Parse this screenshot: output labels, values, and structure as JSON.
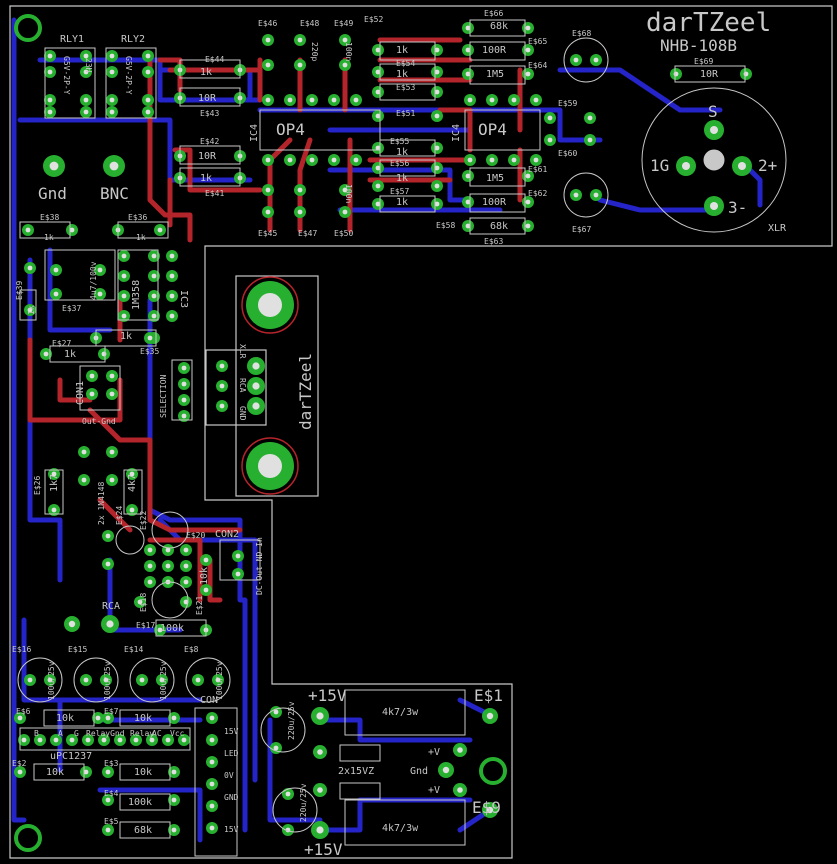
{
  "colors": {
    "background": "#000000",
    "board_outline": "#c8c8c8",
    "top_copper": "#b4242b",
    "bottom_copper": "#2424c8",
    "pad": "#27b02f",
    "pad_hole": "#e0e0e0",
    "silkscreen": "#c8c8c8"
  },
  "title": {
    "brand": "darTZeel",
    "model": "NHB-108B"
  },
  "relays": {
    "rly1": "RLY1",
    "rly2": "RLY2",
    "rly1_type": "G5V-2P-Y",
    "rly2_type": "G5V-2P-Y",
    "h23": "23H"
  },
  "bnc": {
    "gnd": "Gnd",
    "bnc": "BNC"
  },
  "xlr": {
    "label": "XLR",
    "pin1": "1G",
    "pin2": "2+",
    "pin3": "3-",
    "s": "S"
  },
  "opamps": {
    "ic4_top": "IC4",
    "op4_top": "OP4",
    "ic4_right": "IC4",
    "op4_right": "OP4",
    "ic3": "IC3"
  },
  "resistors_top": {
    "r44": "E$44",
    "r43": "E$43",
    "r42": "E$42",
    "r41": "E$41",
    "v1k_a": "1k",
    "v10r_a": "10R",
    "v10r_b": "10R",
    "v1k_b": "1k",
    "r46": "E$46",
    "r48": "E$48",
    "r49": "E$49",
    "r45": "E$45",
    "r47": "E$47",
    "r50": "E$50",
    "r52": "E$52",
    "r54": "E$54",
    "r53": "E$53",
    "r51": "E$51",
    "r55": "E$55",
    "r56": "E$56",
    "r57": "E$57",
    "r58": "E$58",
    "r66": "E$66",
    "r65": "E$65",
    "r64": "E$64",
    "r61": "E$61",
    "r62": "E$62",
    "r63": "E$63",
    "v68k_a": "68k",
    "v100r_a": "100R",
    "v1m5_a": "1M5",
    "v1m5_b": "1M5",
    "v100r_b": "100R",
    "v68k_b": "68k",
    "k1a": "1k",
    "k1b": "1k",
    "k1c": "1k",
    "k1d": "1k",
    "k1e": "1k",
    "r68": "E$68",
    "r67": "E$67",
    "r59": "E$59",
    "r60": "E$60",
    "r69": "E$69",
    "v10r_c": "10R",
    "v220p": "220p",
    "v100n_a": "100n",
    "v100n_b": "100n"
  },
  "left_section": {
    "r39": "E$39",
    "r38": "E$38",
    "r36": "E$36",
    "r37": "E$37",
    "r35": "E$35",
    "r27": "E$27",
    "r26": "E$26",
    "v1k_a": "1k",
    "v1k_b": "1k",
    "v1k_c": "1k",
    "v1k_d": "1k",
    "v1k_e": "1k",
    "cap": "4u7/100v",
    "ic": "1M358",
    "con1": "CON1",
    "out_gnd": "Out-Gnd",
    "selection": "SELECTION",
    "diodes": "2x 1N4148",
    "r1k7": "1k7",
    "r4k7": "4k7",
    "r24": "E$24",
    "r22": "E$22",
    "r20": "E$20",
    "r21": "E$21",
    "r18": "E$18",
    "r17": "E$17",
    "con2": "CON2",
    "v10k": "10k",
    "v100k": "100k",
    "dc_out": "DC-Out-ND-In",
    "rca": "RCA"
  },
  "switch_panel": {
    "xlr": "XLR",
    "rca": "RCA",
    "gnd": "GND",
    "brand": "darTZeel"
  },
  "bottom_left": {
    "r16": "E$16",
    "r15": "E$15",
    "r14": "E$14",
    "r8": "E$8",
    "cap_a": "100u/25v",
    "cap_b": "100u/25v",
    "cap_c": "100u/25v",
    "cap_d": "100u/25v",
    "r6": "E$6",
    "r7": "E$7",
    "r2": "E$2",
    "r3": "E$3",
    "r4": "E$4",
    "r5": "E$5",
    "v10k_a": "10k",
    "v10k_b": "10k",
    "v10k_c": "10k",
    "v10k_d": "10k",
    "v100k": "100k",
    "v68k": "68k",
    "upc": "uPC1237",
    "con": "CON",
    "con_pins": [
      "15V",
      "LED",
      "0V",
      "GND",
      "15V"
    ],
    "row_labels": [
      "B",
      "A",
      "G",
      "RelayGnd",
      "Relay",
      "AC",
      "Vcc"
    ]
  },
  "psu": {
    "plus15v_top": "+15V",
    "plus15v_bottom": "+15V",
    "e1": "E$1",
    "e9": "E$9",
    "res_top": "4k7/3w",
    "res_bottom": "4k7/3w",
    "zener": "2x15VZ",
    "gnd": "Gnd",
    "ov_a": "+V",
    "ov_b": "+V",
    "cap_top": "220u/25v",
    "cap_bottom": "220u/25v"
  }
}
